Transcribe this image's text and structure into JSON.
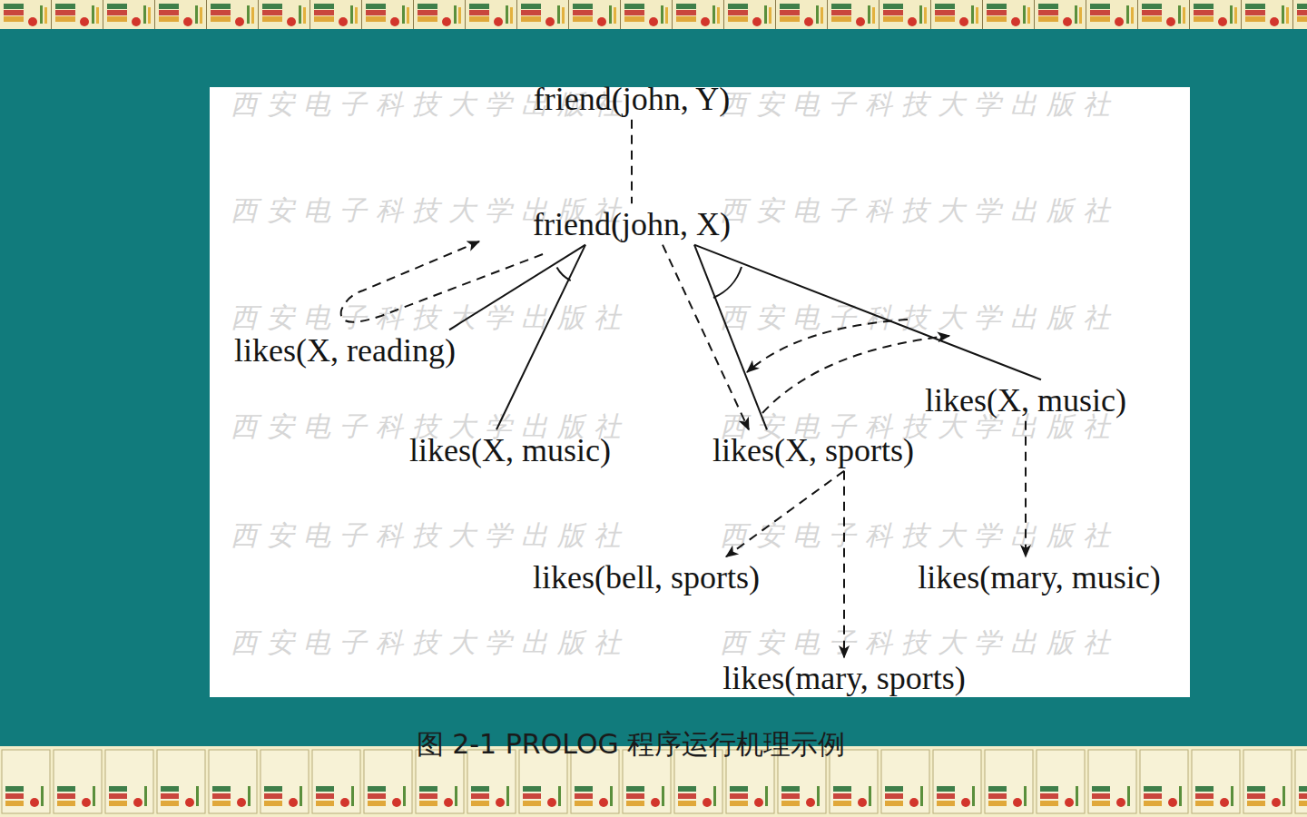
{
  "diagram": {
    "caption": "图 2-1 PROLOG 程序运行机理示例",
    "nodes": [
      {
        "text": [
          "friend(john, Y)"
        ]
      },
      {
        "text": [
          "friend(john, X)"
        ]
      },
      {
        "text": [
          "likes(X, reading)"
        ]
      },
      {
        "text": [
          "likes(X, music)"
        ]
      },
      {
        "text": [
          "likes(X, sports)"
        ]
      },
      {
        "text": [
          "likes(X, music)"
        ]
      },
      {
        "text": [
          "likes(bell, sports)"
        ]
      },
      {
        "text": [
          "likes(mary, music)"
        ]
      },
      {
        "text": [
          "likes(mary, sports)"
        ]
      }
    ],
    "edges": [
      {
        "from": 0,
        "to": 1,
        "arrow": "none"
      },
      {
        "from": 1,
        "to": 2,
        "arrow": "none"
      },
      {
        "from": 1,
        "to": 3,
        "arrow": "none"
      },
      {
        "from": 1,
        "to": 4,
        "arrow": "none"
      },
      {
        "from": 1,
        "to": 4,
        "arrow": "to"
      },
      {
        "from": 1,
        "to": 5,
        "arrow": "none"
      },
      {
        "from": 4,
        "to": 6,
        "arrow": "to"
      },
      {
        "from": 4,
        "to": 8,
        "arrow": "to"
      },
      {
        "from": 5,
        "to": 7,
        "arrow": "to"
      }
    ],
    "labels": [
      "西安电子科技大学出版社",
      "西安电子科技大学出版社",
      "西安电子科技大学出版社",
      "西安电子科技大学出版社",
      "西安电子科技大学出版社",
      "西安电子科技大学出版社",
      "西安电子科技大学出版社",
      "西安电子科技大学出版社",
      "西安电子科技大学出版社",
      "西安电子科技大学出版社",
      "西安电子科技大学出版社",
      "西安电子科技大学出版社"
    ]
  }
}
